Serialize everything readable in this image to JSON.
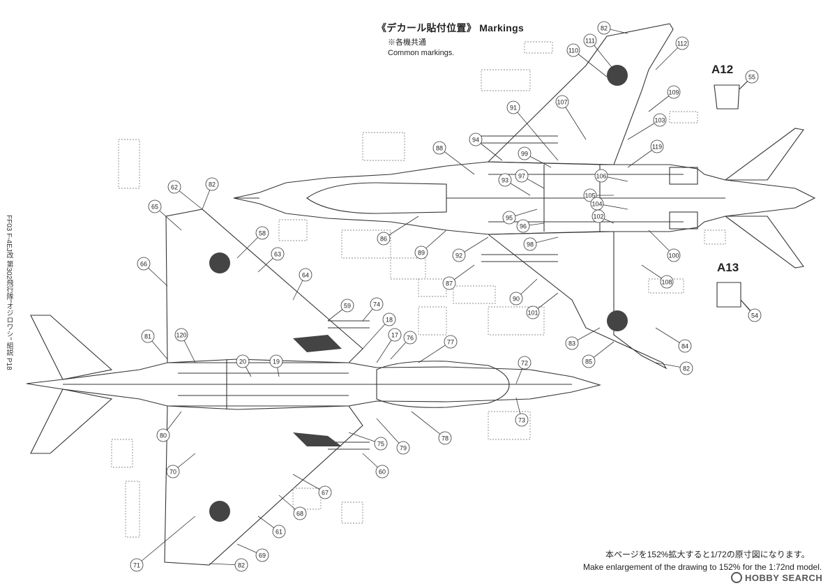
{
  "header": {
    "title": "《デカール貼付位置》 Markings",
    "subtitle_jp": "※各機共通",
    "subtitle_en": "Common markings."
  },
  "side_caption": "FF03 F-4EJ改 第302飛行隊\"オジロワシ\" 組説 P18",
  "panels": [
    {
      "label": "A12",
      "callout": "55"
    },
    {
      "label": "A13",
      "callout": "54"
    }
  ],
  "top_view_callouts": [
    "82",
    "111",
    "112",
    "110",
    "109",
    "107",
    "91",
    "103",
    "94",
    "88",
    "99",
    "119",
    "97",
    "93",
    "106",
    "105",
    "104",
    "102",
    "86",
    "95",
    "96",
    "98",
    "89",
    "92",
    "100",
    "87",
    "90",
    "108",
    "101",
    "83",
    "84",
    "85",
    "82"
  ],
  "bottom_view_callouts": [
    "62",
    "82",
    "65",
    "58",
    "63",
    "66",
    "64",
    "59",
    "74",
    "18",
    "81",
    "120",
    "17",
    "76",
    "77",
    "20",
    "19",
    "72",
    "73",
    "80",
    "75",
    "79",
    "78",
    "70",
    "60",
    "67",
    "68",
    "71",
    "61",
    "69",
    "82"
  ],
  "footer": {
    "note_jp": "本ページを152%拡大すると1/72の原寸図になります。",
    "note_en": "Make enlargement of the drawing to 152% for the 1:72nd model."
  },
  "watermark": "HOBBY SEARCH",
  "colors": {
    "line": "#333333",
    "marking": "#444444",
    "bg": "#ffffff"
  }
}
